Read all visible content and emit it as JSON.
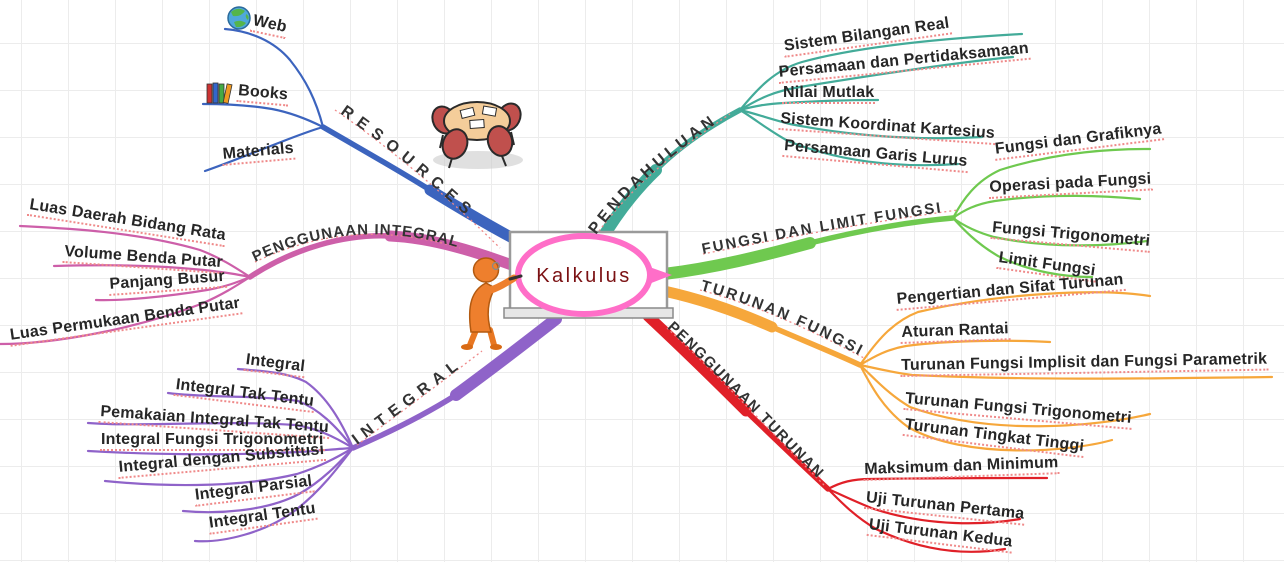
{
  "center": {
    "label": "Kalkulus",
    "bubble_color": "#ff6ec8",
    "text_color": "#7b1113"
  },
  "branches": [
    {
      "name": "PENDAHULUAN",
      "color": "#43ab99",
      "children": [
        {
          "label": "Sistem Bilangan Real"
        },
        {
          "label": "Persamaan dan Pertidaksamaan"
        },
        {
          "label": "Nilai Mutlak"
        },
        {
          "label": "Sistem Koordinat Kartesius"
        },
        {
          "label": "Persamaan Garis Lurus"
        }
      ]
    },
    {
      "name": "FUNGSI DAN LIMIT FUNGSI",
      "color": "#6fc94f",
      "children": [
        {
          "label": "Fungsi dan Grafiknya"
        },
        {
          "label": "Operasi pada Fungsi"
        },
        {
          "label": "Fungsi Trigonometri"
        },
        {
          "label": "Limit Fungsi"
        }
      ]
    },
    {
      "name": "TURUNAN FUNGSI",
      "color": "#f6a73b",
      "children": [
        {
          "label": "Pengertian dan Sifat Turunan"
        },
        {
          "label": "Aturan Rantai"
        },
        {
          "label": "Turunan Fungsi Implisit dan Fungsi Parametrik"
        },
        {
          "label": "Turunan Fungsi Trigonometri"
        },
        {
          "label": "Turunan Tingkat Tinggi"
        }
      ]
    },
    {
      "name": "PENGGUNAAN TURUNAN",
      "color": "#e02028",
      "children": [
        {
          "label": "Maksimum dan Minimum"
        },
        {
          "label": "Uji Turunan Pertama"
        },
        {
          "label": "Uji Turunan Kedua"
        }
      ]
    },
    {
      "name": "INTEGRAL",
      "color": "#8f63c9",
      "children": [
        {
          "label": "Integral"
        },
        {
          "label": "Integral Tak Tentu"
        },
        {
          "label": "Pemakaian Integral Tak Tentu"
        },
        {
          "label": "Integral Fungsi Trigonometri"
        },
        {
          "label": "Integral dengan Substitusi"
        },
        {
          "label": "Integral Parsial"
        },
        {
          "label": "Integral Tentu"
        }
      ]
    },
    {
      "name": "PENGGUNAAN INTEGRAL",
      "color": "#cd5fa9",
      "children": [
        {
          "label": "Luas Daerah Bidang Rata"
        },
        {
          "label": "Volume Benda Putar"
        },
        {
          "label": "Panjang Busur"
        },
        {
          "label": "Luas Permukaan Benda Putar"
        }
      ]
    },
    {
      "name": "RESOURCES",
      "color": "#3c64be",
      "children": [
        {
          "label": "Web"
        },
        {
          "label": "Books"
        },
        {
          "label": "Materials"
        }
      ]
    }
  ],
  "icons": {
    "web": "globe-icon",
    "books": "books-icon",
    "resources_clipart": "meeting-table-icon",
    "center_clipart": "presenter-figure-icon"
  }
}
